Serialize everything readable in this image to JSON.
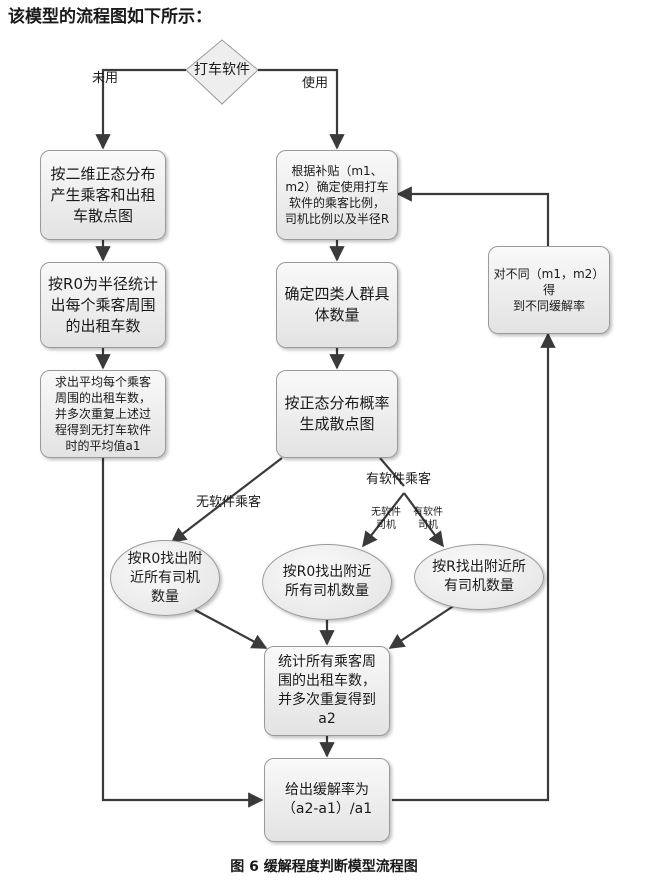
{
  "heading": "该模型的流程图如下所示：",
  "caption": "图 6  缓解程度判断模型流程图",
  "decision": {
    "label": "打车软件"
  },
  "branches": {
    "left": "未用",
    "right": "使用"
  },
  "left_column": [
    {
      "text": "按二维正态分布\n产生乘客和出租\n车散点图"
    },
    {
      "text": "按R0为半径统计\n出每个乘客周围\n的出租车数"
    },
    {
      "text": "求出平均每个乘客\n周围的出租车数，\n并多次重复上述过\n程得到无打车软件\n时的平均值a1"
    }
  ],
  "center_column": [
    {
      "text": "根据补贴（m1、\nm2）确定使用打车\n软件的乘客比例，\n司机比例以及半径R"
    },
    {
      "text": "确定四类人群具\n体数量"
    },
    {
      "text": "按正态分布概率\n生成散点图"
    }
  ],
  "right_column": {
    "text": "对不同（m1，m2）\n得\n到不同缓解率"
  },
  "split_labels": {
    "no_app": "无软件乘客",
    "has_app": "有软件乘客",
    "no_app_driver": "无软件\n司机",
    "has_app_driver": "有软件\n司机"
  },
  "ellipses": [
    {
      "text": "按R0找出附\n近所有司机\n数量"
    },
    {
      "text": "按R0找出附近\n所有司机数量"
    },
    {
      "text": "按R找出附近所\n有司机数量"
    }
  ],
  "merge": {
    "text": "统计所有乘客周\n围的出租车数，\n并多次重复得到\na2"
  },
  "result": {
    "text": "给出缓解率为\n（a2-a1）/a1"
  }
}
